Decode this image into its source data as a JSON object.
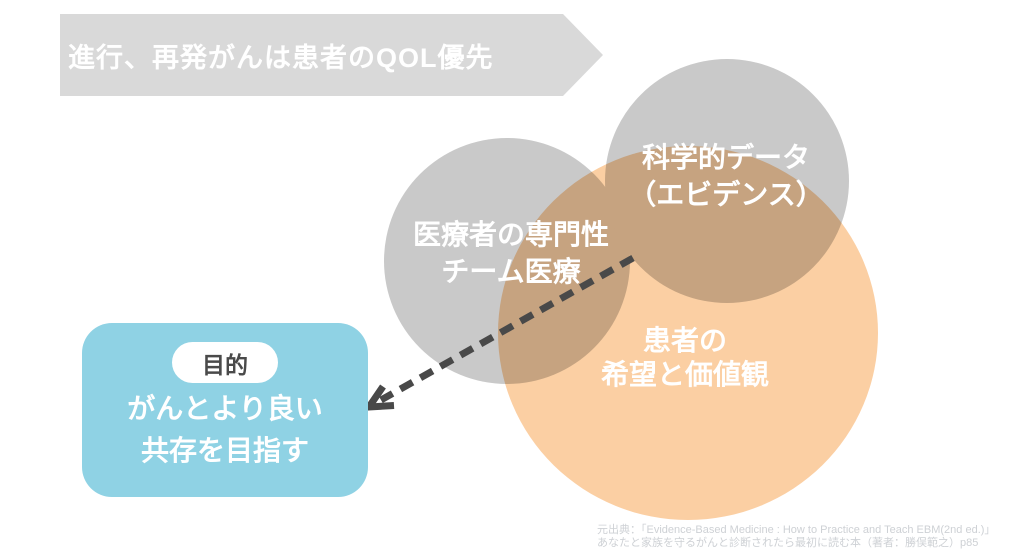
{
  "banner": {
    "label": "進行、再発がんは患者のQOL優先",
    "color": "#D9D9D9",
    "text_color": "#FFFFFF"
  },
  "venn": {
    "circles": [
      {
        "id": "medical-team",
        "lines": [
          "医療者の専門性",
          "チーム医療"
        ],
        "color": "#C9C9C9"
      },
      {
        "id": "scientific-evidence",
        "lines": [
          "科学的データ",
          "（エビデンス）"
        ],
        "color": "#C9C9C9"
      },
      {
        "id": "patient-values",
        "lines": [
          "患者の",
          "希望と価値観"
        ],
        "color": "#FBCFA3"
      }
    ],
    "overlap_color": "#C4A58B"
  },
  "goal": {
    "badge": "目的",
    "lines": [
      "がんとより良い",
      "共存を目指す"
    ],
    "box_color": "#8FD2E4",
    "badge_text_color": "#4A4A4A"
  },
  "arrow": {
    "color": "#4A4A4A",
    "style": "dashed"
  },
  "citation": {
    "lines": [
      "元出典：「Evidence-Based Medicine : How to Practice and Teach EBM(2nd ed.)」",
      "あなたと家族を守るがんと診断されたら最初に読む本（著者：勝俣範之）p85"
    ],
    "color": "#CED1D5"
  }
}
